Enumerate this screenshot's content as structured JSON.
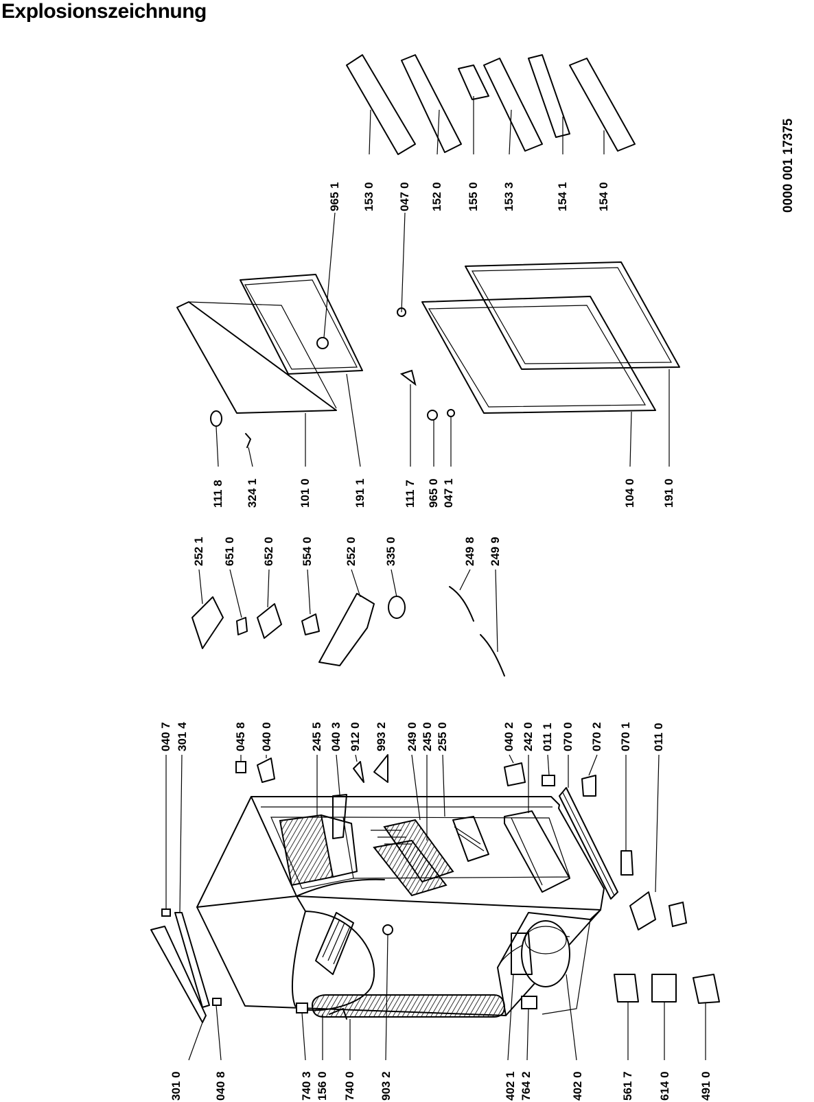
{
  "title": "Explosionszeichnung",
  "document_number": "0000 001 17375",
  "labels": {
    "l_301_0": "301 0",
    "l_040_8": "040 8",
    "l_740_3": "740 3",
    "l_156_0": "156 0",
    "l_740_0": "740 0",
    "l_903_2": "903 2",
    "l_402_1": "402 1",
    "l_764_2": "764 2",
    "l_402_0": "402 0",
    "l_561_7": "561 7",
    "l_614_0": "614 0",
    "l_491_0": "491 0",
    "l_040_7": "040 7",
    "l_301_4": "301 4",
    "l_045_8": "045 8",
    "l_040_0": "040 0",
    "l_245_5": "245 5",
    "l_040_3": "040 3",
    "l_912_0": "912 0",
    "l_993_2": "993 2",
    "l_249_0": "249 0",
    "l_245_0": "245 0",
    "l_255_0": "255 0",
    "l_040_2": "040 2",
    "l_242_0": "242 0",
    "l_011_1": "011 1",
    "l_070_0": "070 0",
    "l_070_2": "070 2",
    "l_070_1": "070 1",
    "l_011_0": "011 0",
    "l_252_1": "252 1",
    "l_651_0": "651 0",
    "l_652_0": "652 0",
    "l_554_0": "554 0",
    "l_252_0": "252 0",
    "l_335_0": "335 0",
    "l_249_8": "249 8",
    "l_249_9": "249 9",
    "l_111_8": "111 8",
    "l_324_1": "324 1",
    "l_101_0": "101 0",
    "l_191_1": "191 1",
    "l_111_7": "111 7",
    "l_965_0": "965 0",
    "l_047_1": "047 1",
    "l_104_0": "104 0",
    "l_191_0": "191 0",
    "l_965_1": "965 1",
    "l_153_0": "153 0",
    "l_047_0": "047 0",
    "l_152_0": "152 0",
    "l_155_0": "155 0",
    "l_153_3": "153 3",
    "l_154_1": "154 1",
    "l_154_0": "154 0"
  }
}
